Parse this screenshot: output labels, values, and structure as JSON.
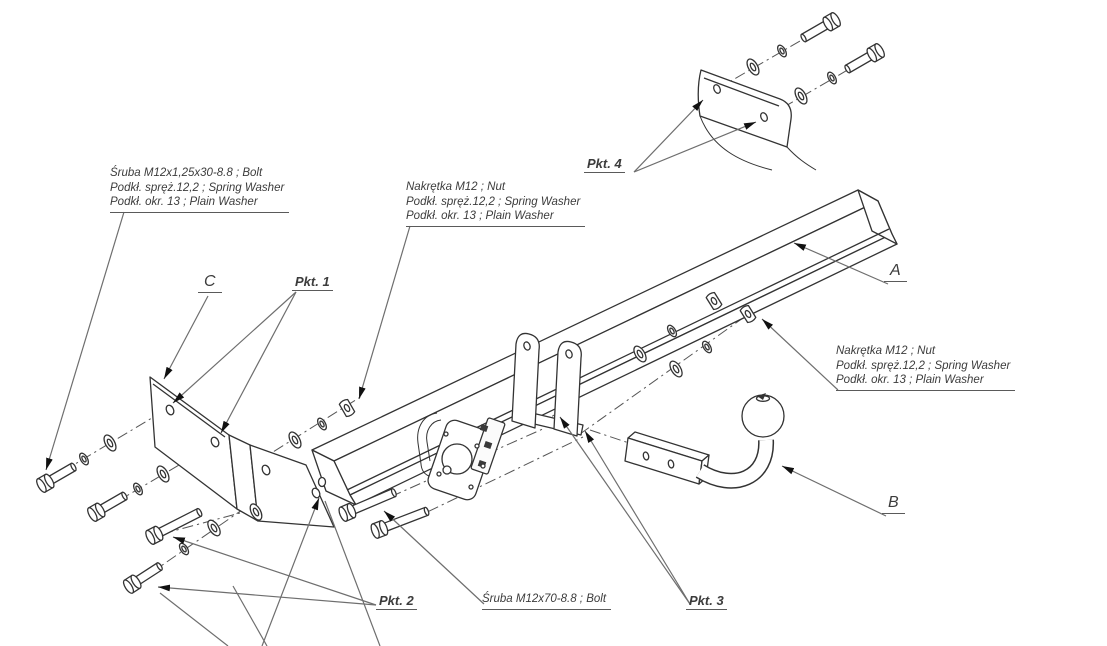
{
  "diagram": {
    "type": "towbar-assembly-exploded-drawing",
    "parts": {
      "a": "A",
      "b": "B",
      "c": "C"
    },
    "points": {
      "pkt1": "Pkt. 1",
      "pkt2": "Pkt. 2",
      "pkt3": "Pkt. 3",
      "pkt4": "Pkt. 4"
    },
    "callouts": {
      "bolt_m12x30": {
        "lines": [
          "Śruba M12x1,25x30-8.8 ;  Bolt",
          "Podkł. spręż.12,2 ; Spring Washer",
          "Podkł. okr. 13 ; Plain Washer"
        ]
      },
      "nut_m12_center": {
        "lines": [
          "Nakrętka  M12 ; Nut",
          "Podkł. spręż.12,2 ; Spring Washer",
          "Podkł. okr. 13 ; Plain Washer"
        ]
      },
      "nut_m12_right": {
        "lines": [
          "Nakrętka  M12 ; Nut",
          "Podkł. spręż.12,2 ; Spring Washer",
          "Podkł. okr. 13 ; Plain Washer"
        ]
      },
      "bolt_m12x70": "Śruba M12x70-8.8 ;  Bolt"
    },
    "colors": {
      "background": "#ffffff",
      "line": "#2f2f2f",
      "leader": "#6e6e6e",
      "arrow": "#111111",
      "text": "#3c3c3c"
    }
  }
}
